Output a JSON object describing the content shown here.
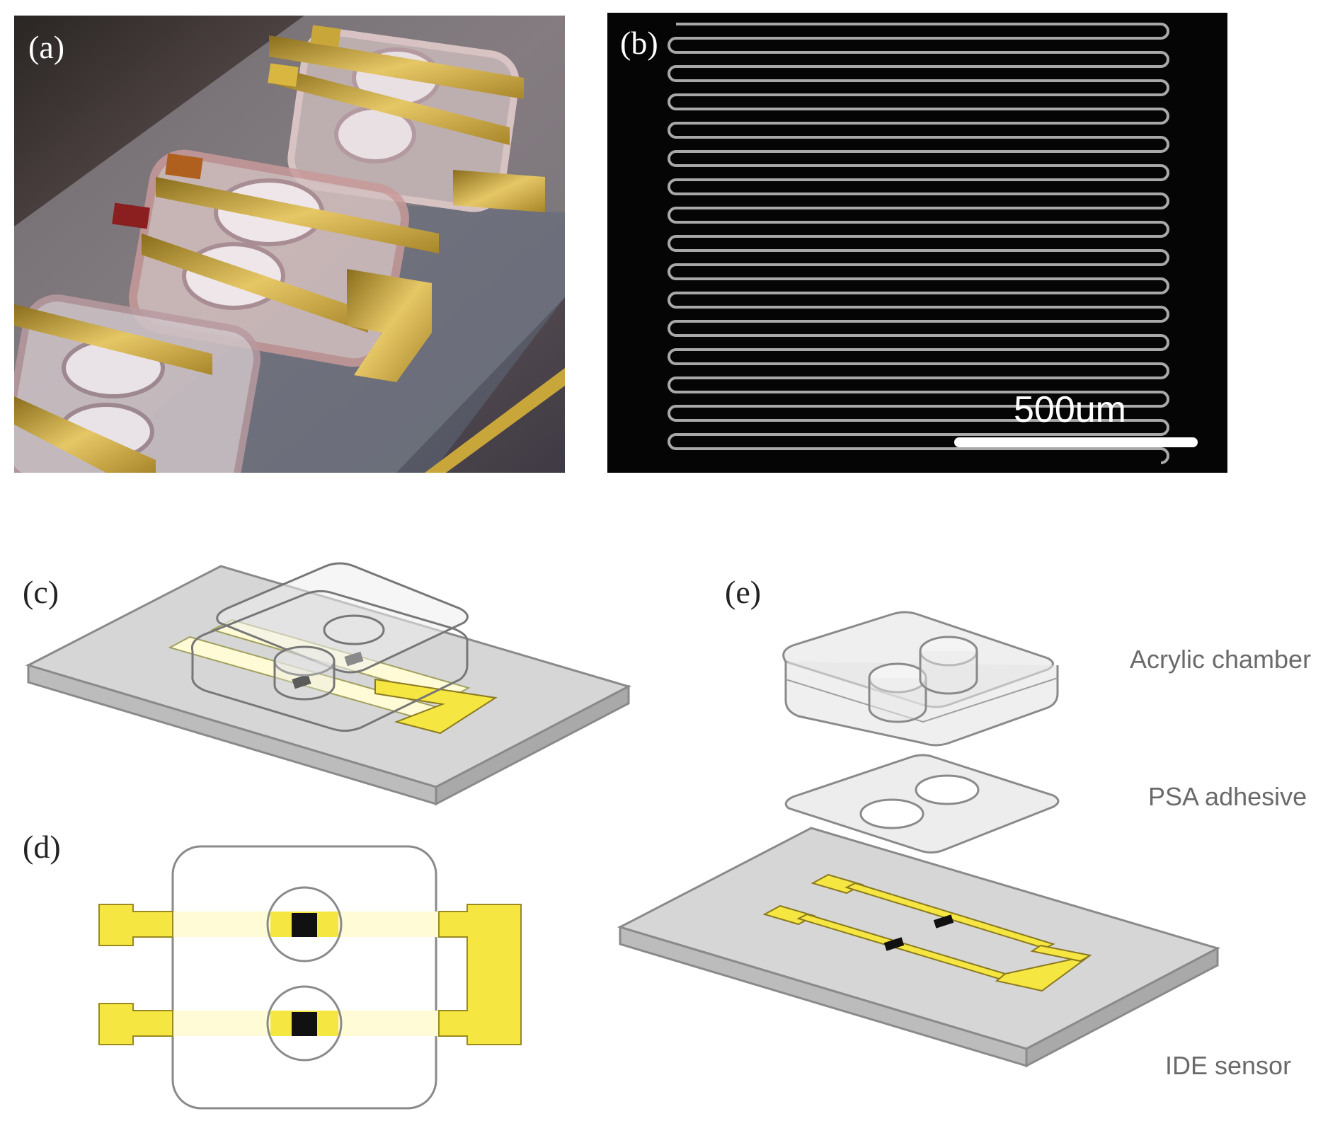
{
  "panels": {
    "a": {
      "label": "(a)"
    },
    "b": {
      "label": "(b)",
      "scale_bar_text": "500um"
    },
    "c": {
      "label": "(c)"
    },
    "d": {
      "label": "(d)"
    },
    "e": {
      "label": "(e)",
      "layers": [
        "Acrylic chamber",
        "PSA adhesive",
        "IDE sensor"
      ]
    }
  },
  "colors": {
    "electrode": "#f5e642",
    "electrode_pale": "#fffbd6",
    "glass": "#d9d9d9",
    "glass_edge": "#9a9a9a",
    "sensor_pad": "#111111",
    "photo_bg": "#1a1412",
    "gold_tape": "#c9a63a"
  }
}
